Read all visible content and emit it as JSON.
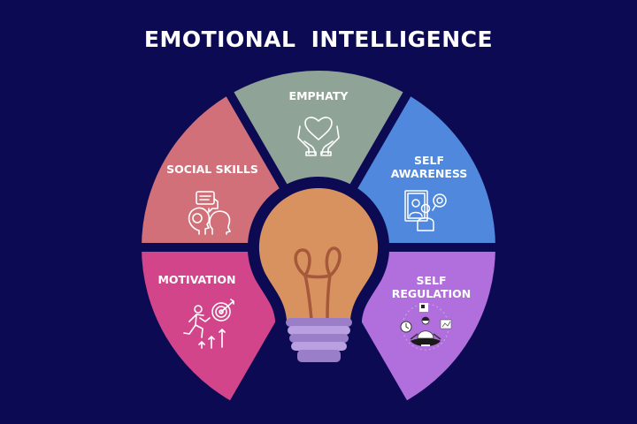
{
  "title": "EMOTIONAL  INTELLIGENCE",
  "colors": {
    "background": "#0c0a52",
    "empathy": "#8fa397",
    "social_skills": "#d2707a",
    "self_awareness": "#4f88dc",
    "motivation": "#d2458a",
    "self_regulation": "#b06fdc",
    "bulb": "#d7925f",
    "bulb_base": "#9a7ec8",
    "filament": "#a5583a",
    "text": "#ffffff"
  },
  "segments": [
    {
      "id": "empathy",
      "label": "EMPHATY",
      "icon": "heart-in-hands-icon",
      "position": "top"
    },
    {
      "id": "self_awareness",
      "label": "SELF\nAWARENESS",
      "icon": "mirror-reflection-gear-icon",
      "position": "upper-right"
    },
    {
      "id": "self_regulation",
      "label": "SELF\nREGULATION",
      "icon": "meditating-person-icon",
      "position": "lower-right"
    },
    {
      "id": "motivation",
      "label": "MOTIVATION",
      "icon": "runner-target-arrows-icon",
      "position": "lower-left"
    },
    {
      "id": "social_skills",
      "label": "SOCIAL SKILLS",
      "icon": "two-heads-speech-bubble-icon",
      "position": "upper-left"
    }
  ],
  "center": {
    "icon": "lightbulb-icon"
  }
}
